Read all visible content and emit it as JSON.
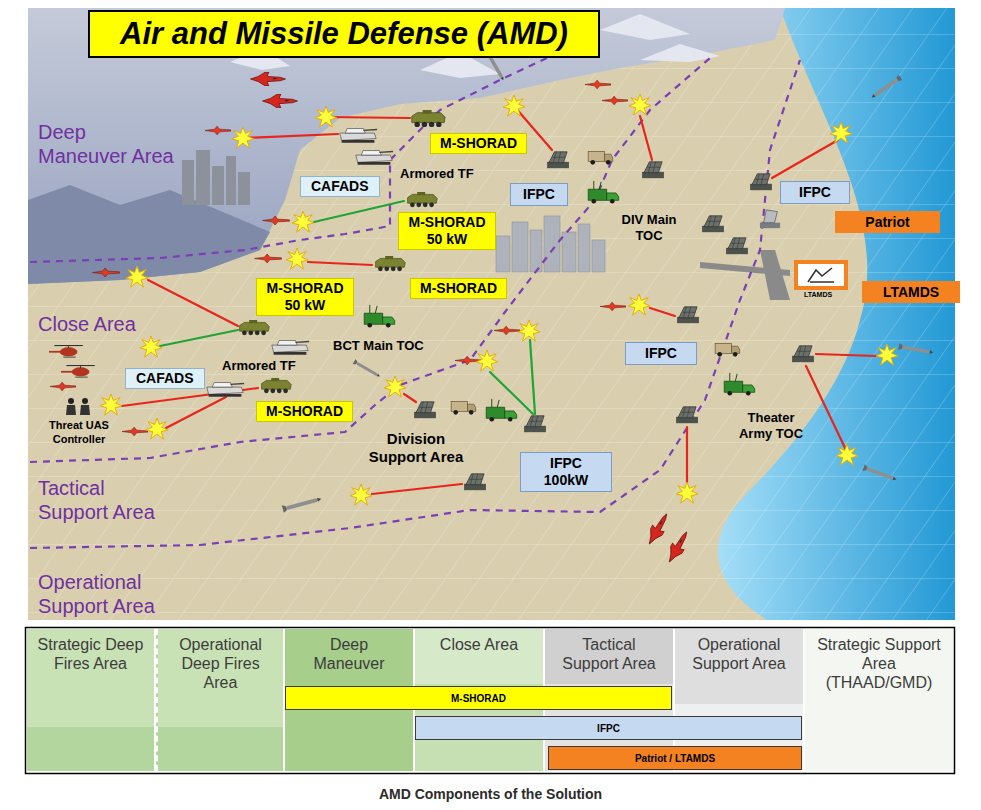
{
  "diagram": {
    "title": "Air and Missile Defense (AMD)",
    "caption": "AMD Components of the Solution",
    "nodes": [
      {
        "text": [
          "M-SHORAD"
        ]
      },
      {
        "text": [
          "CAFADS"
        ]
      },
      {
        "text": [
          "IFPC"
        ]
      },
      {
        "text": [
          "IFPC"
        ]
      },
      {
        "text": [
          "M-SHORAD 50 kW"
        ]
      },
      {
        "text": [
          "Patriot"
        ]
      },
      {
        "text": [
          "M-SHORAD"
        ]
      },
      {
        "text": [
          "M-SHORAD 50 kW"
        ]
      },
      {
        "text": [
          "LTAMDS"
        ]
      },
      {
        "text": [
          "IFPC"
        ]
      },
      {
        "text": [
          "CAFADS"
        ]
      },
      {
        "text": [
          "M-SHORAD"
        ]
      },
      {
        "text": [
          "IFPC 100kW"
        ]
      },
      {
        "text": [
          "Strategic Deep Fires Area"
        ]
      },
      {
        "text": [
          "Operational Deep Fires Area"
        ]
      },
      {
        "text": [
          "Deep Maneuver"
        ]
      },
      {
        "text": [
          "Close Area"
        ]
      },
      {
        "text": [
          "Tactical Support Area"
        ]
      },
      {
        "text": [
          "Operational Support Area"
        ]
      },
      {
        "text": [
          "Strategic Support Area (THAAD/GMD)"
        ]
      },
      {
        "text": [
          "M-SHORAD"
        ]
      },
      {
        "text": [
          "IFPC"
        ]
      },
      {
        "text": [
          "Patriot / LTAMDS"
        ]
      }
    ],
    "labels": [
      "Deep Maneuver Area",
      "Armored TF",
      "DIV Main TOC",
      "Close Area",
      "BCT Main TOC",
      "Armored TF",
      "Threat UAS Controller",
      "Theater Army TOC",
      "Division Support Area",
      "Tactical Support Area",
      "Operational Support Area",
      "LTAMDS"
    ]
  }
}
